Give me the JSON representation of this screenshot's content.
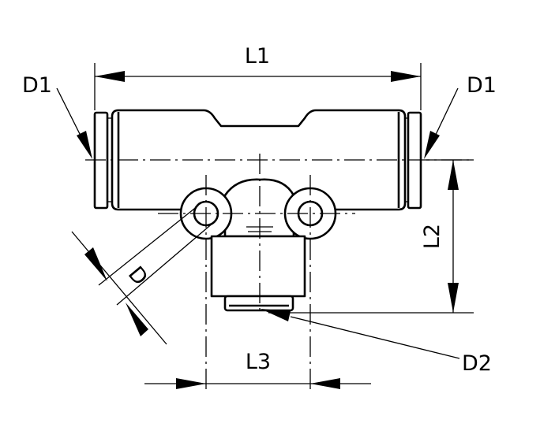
{
  "labels": {
    "l1": "L1",
    "d1_left": "D1",
    "d1_right": "D1",
    "l2": "L2",
    "d": "D",
    "l3": "L3",
    "d2": "D2"
  },
  "colors": {
    "line": "#000000",
    "background": "#ffffff"
  }
}
